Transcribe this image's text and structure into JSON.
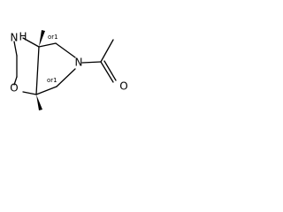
{
  "structure": {
    "atoms": {
      "nh": "N",
      "nh_h": "H",
      "o": "O",
      "n": "N",
      "carbonyl_o": "O"
    },
    "stereo_labels": {
      "top": "or1",
      "bottom": "or1"
    },
    "colors": {
      "bond": "#000000",
      "text": "#000000",
      "background": "#ffffff"
    }
  }
}
